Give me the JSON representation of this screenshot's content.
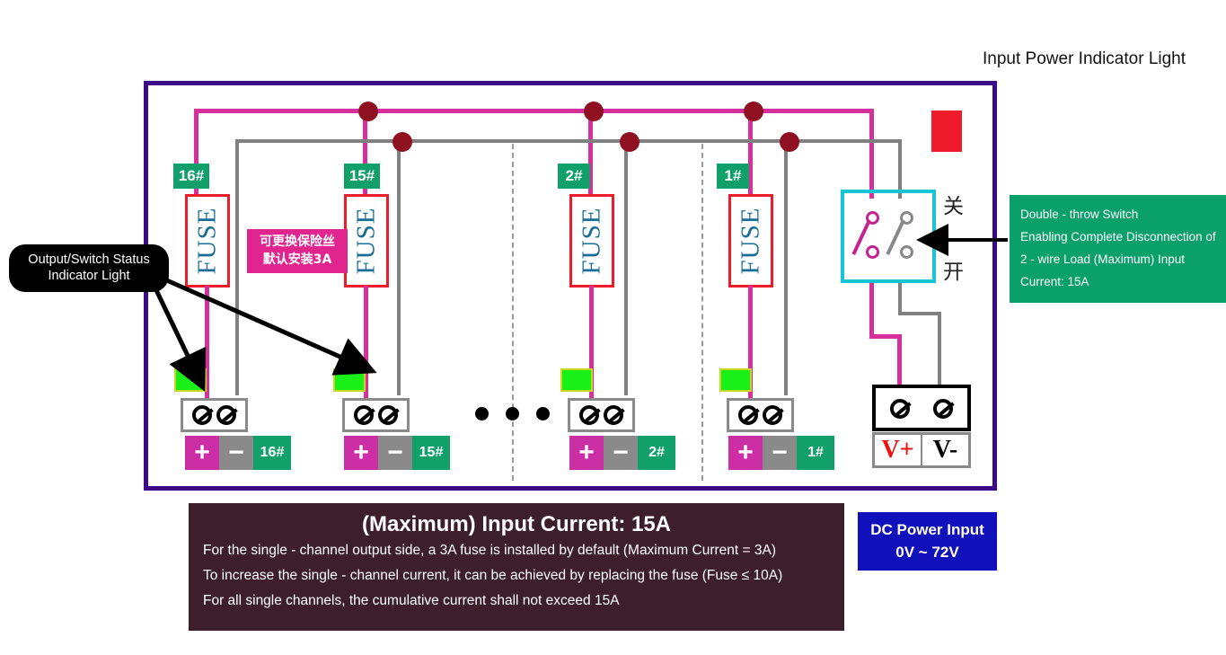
{
  "labels": {
    "input_power_indicator": "Input Power Indicator Light",
    "output_switch_status_l1": "Output/Switch Status",
    "output_switch_status_l2": "Indicator Light",
    "fuse_word": "FUSE",
    "cn_fuse_note_l1": "可更换保险丝",
    "cn_fuse_note_l2": "默认安装3A",
    "switch_off_cn": "关",
    "switch_on_cn": "开",
    "v_plus": "V+",
    "v_minus": "V-",
    "plus": "+",
    "minus": "−"
  },
  "green_callout": {
    "line1": "Double - throw Switch",
    "line2": "Enabling Complete Disconnection of",
    "line3": " 2 - wire Load (Maximum) Input Current: 15A"
  },
  "dc_input": {
    "line1": "DC Power Input",
    "line2": "0V ~ 72V"
  },
  "info_box": {
    "title": "(Maximum) Input Current: 15A",
    "line1": "For the single - channel output side, a 3A fuse is installed by default (Maximum Current = 3A)",
    "line2": "To increase the single - channel current, it can be achieved by replacing the fuse (Fuse ≤ 10A)",
    "line3": "For all single channels, the cumulative current shall not exceed 15A"
  },
  "channels": [
    {
      "tag": "16#",
      "plate_tag": "16#"
    },
    {
      "tag": "15#",
      "plate_tag": "15#"
    },
    {
      "tag": "2#",
      "plate_tag": "2#"
    },
    {
      "tag": "1#",
      "plate_tag": "1#"
    }
  ],
  "colors": {
    "positive_wire": "#d6309c",
    "negative_wire": "#808080",
    "panel_border": "#3d0a87",
    "fuse_border": "#ee1c2a",
    "channel_tag": "#12a06a",
    "led_green": "#18f018",
    "led_red": "#ee1c2a",
    "switch_box": "#17c4d6",
    "callout_green": "#09a06a",
    "dc_blue": "#1111bb",
    "info_bg": "#3d1f2b",
    "junction_dot": "#8f1020"
  }
}
